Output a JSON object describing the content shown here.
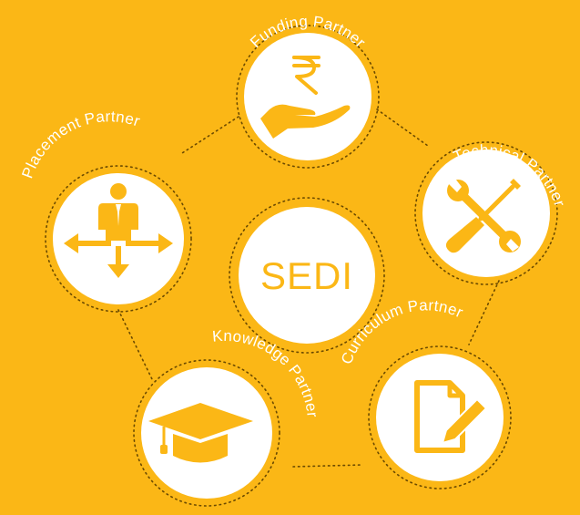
{
  "colors": {
    "background": "#FBB716",
    "circle": "#ffffff",
    "icon": "#FBB716",
    "dots": "#6b4a00"
  },
  "center": {
    "label": "SEDI"
  },
  "partners": [
    {
      "id": "funding",
      "label": "Funding Partner",
      "icon": "rupee-hand-icon"
    },
    {
      "id": "technical",
      "label": "Technical Partner",
      "icon": "wrench-screwdriver-icon"
    },
    {
      "id": "curriculum",
      "label": "Curriculum Partner",
      "icon": "document-pencil-icon"
    },
    {
      "id": "knowledge",
      "label": "Knowledge Partner",
      "icon": "graduation-cap-icon"
    },
    {
      "id": "placement",
      "label": "Placement Partner",
      "icon": "person-arrows-icon"
    }
  ]
}
